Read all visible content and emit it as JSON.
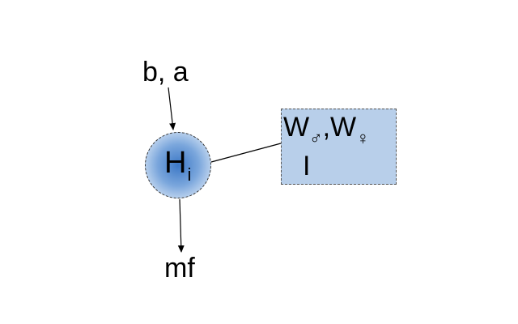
{
  "diagram": {
    "input_label": "b, a",
    "node": {
      "main": "H",
      "subscript": "i"
    },
    "output_label": "mf",
    "box": {
      "w1": "W",
      "male_symbol": "♂",
      "separator": ",",
      "w2": "W",
      "female_symbol": "♀",
      "line2": "I"
    },
    "colors": {
      "node_center": "#3c78c6",
      "box_fill": "#b8cfea"
    }
  }
}
